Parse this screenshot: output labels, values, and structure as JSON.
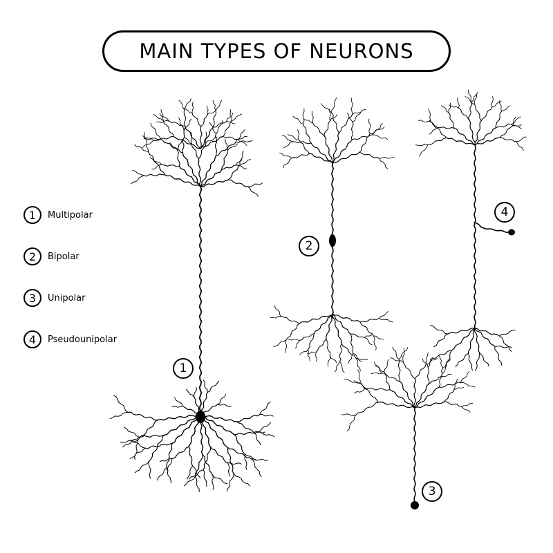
{
  "title": "MAIN TYPES OF NEURONS",
  "legend": [
    {
      "number": "1",
      "label": "Multipolar"
    },
    {
      "number": "2",
      "label": "Bipolar"
    },
    {
      "number": "3",
      "label": "Unipolar"
    },
    {
      "number": "4",
      "label": "Pseudounipolar"
    }
  ],
  "markers": [
    "1",
    "2",
    "3",
    "4"
  ]
}
